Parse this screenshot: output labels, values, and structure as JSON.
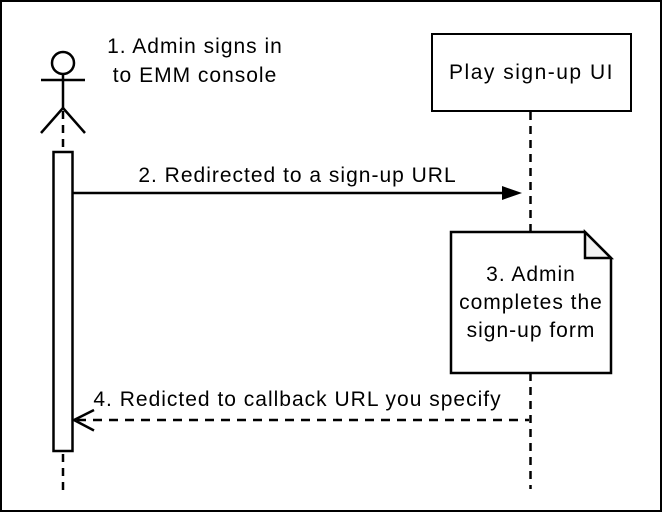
{
  "colors": {
    "stroke": "#000000",
    "background": "#ffffff",
    "note_fold_fill": "#f2f2f2"
  },
  "participants": {
    "play_ui": {
      "label": "Play sign-up UI"
    }
  },
  "steps": {
    "step1": {
      "line1": "1. Admin signs in",
      "line2": "to EMM console"
    },
    "step2": {
      "label": "2. Redirected to a sign-up URL"
    },
    "step3": {
      "line1": "3. Admin",
      "line2": "completes the",
      "line3": "sign-up form"
    },
    "step4": {
      "label": "4. Redicted to callback URL you specify"
    }
  }
}
